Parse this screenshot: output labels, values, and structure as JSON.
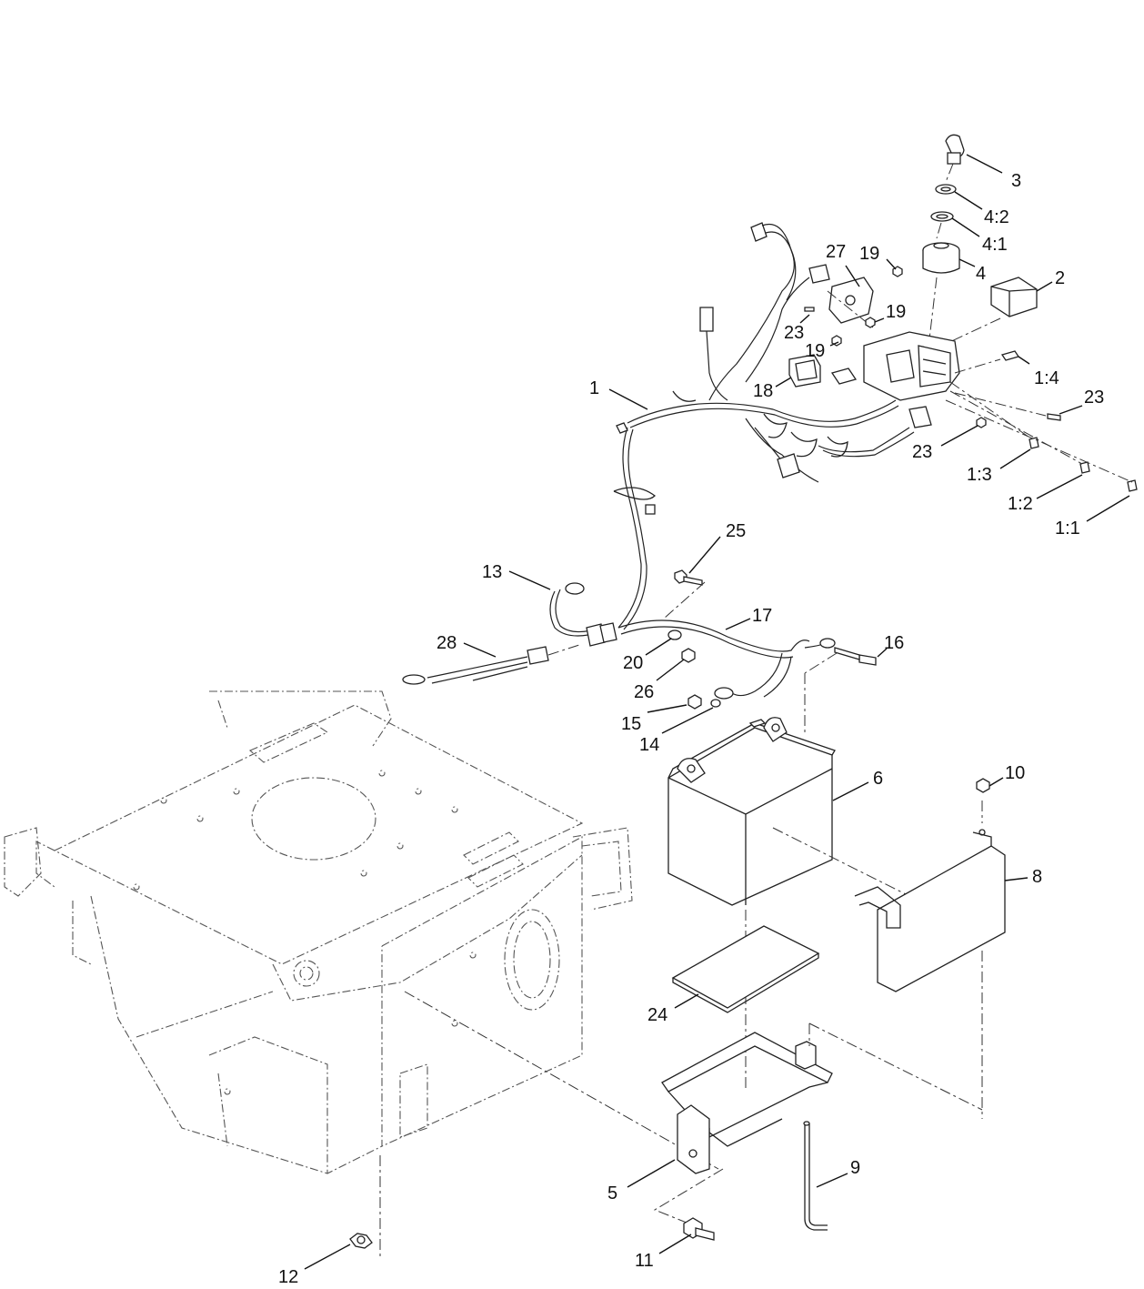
{
  "callouts": [
    {
      "id": "c3",
      "label": "3"
    },
    {
      "id": "c4-2",
      "label": "4:2"
    },
    {
      "id": "c4-1",
      "label": "4:1"
    },
    {
      "id": "c4",
      "label": "4"
    },
    {
      "id": "c2",
      "label": "2"
    },
    {
      "id": "c27",
      "label": "27"
    },
    {
      "id": "c19a",
      "label": "19"
    },
    {
      "id": "c19b",
      "label": "19"
    },
    {
      "id": "c19c",
      "label": "19"
    },
    {
      "id": "c23a",
      "label": "23"
    },
    {
      "id": "c1-4",
      "label": "1:4"
    },
    {
      "id": "c23b",
      "label": "23"
    },
    {
      "id": "c1",
      "label": "1"
    },
    {
      "id": "c18",
      "label": "18"
    },
    {
      "id": "c23c",
      "label": "23"
    },
    {
      "id": "c1-3",
      "label": "1:3"
    },
    {
      "id": "c1-2",
      "label": "1:2"
    },
    {
      "id": "c1-1",
      "label": "1:1"
    },
    {
      "id": "c25",
      "label": "25"
    },
    {
      "id": "c13",
      "label": "13"
    },
    {
      "id": "c17",
      "label": "17"
    },
    {
      "id": "c28",
      "label": "28"
    },
    {
      "id": "c16",
      "label": "16"
    },
    {
      "id": "c20",
      "label": "20"
    },
    {
      "id": "c26",
      "label": "26"
    },
    {
      "id": "c15",
      "label": "15"
    },
    {
      "id": "c14",
      "label": "14"
    },
    {
      "id": "c6",
      "label": "6"
    },
    {
      "id": "c10",
      "label": "10"
    },
    {
      "id": "c8",
      "label": "8"
    },
    {
      "id": "c24",
      "label": "24"
    },
    {
      "id": "c9",
      "label": "9"
    },
    {
      "id": "c5",
      "label": "5"
    },
    {
      "id": "c11",
      "label": "11"
    },
    {
      "id": "c12",
      "label": "12"
    }
  ],
  "colors": {
    "line": "#222222",
    "phantom": "#555555",
    "background": "#ffffff"
  }
}
